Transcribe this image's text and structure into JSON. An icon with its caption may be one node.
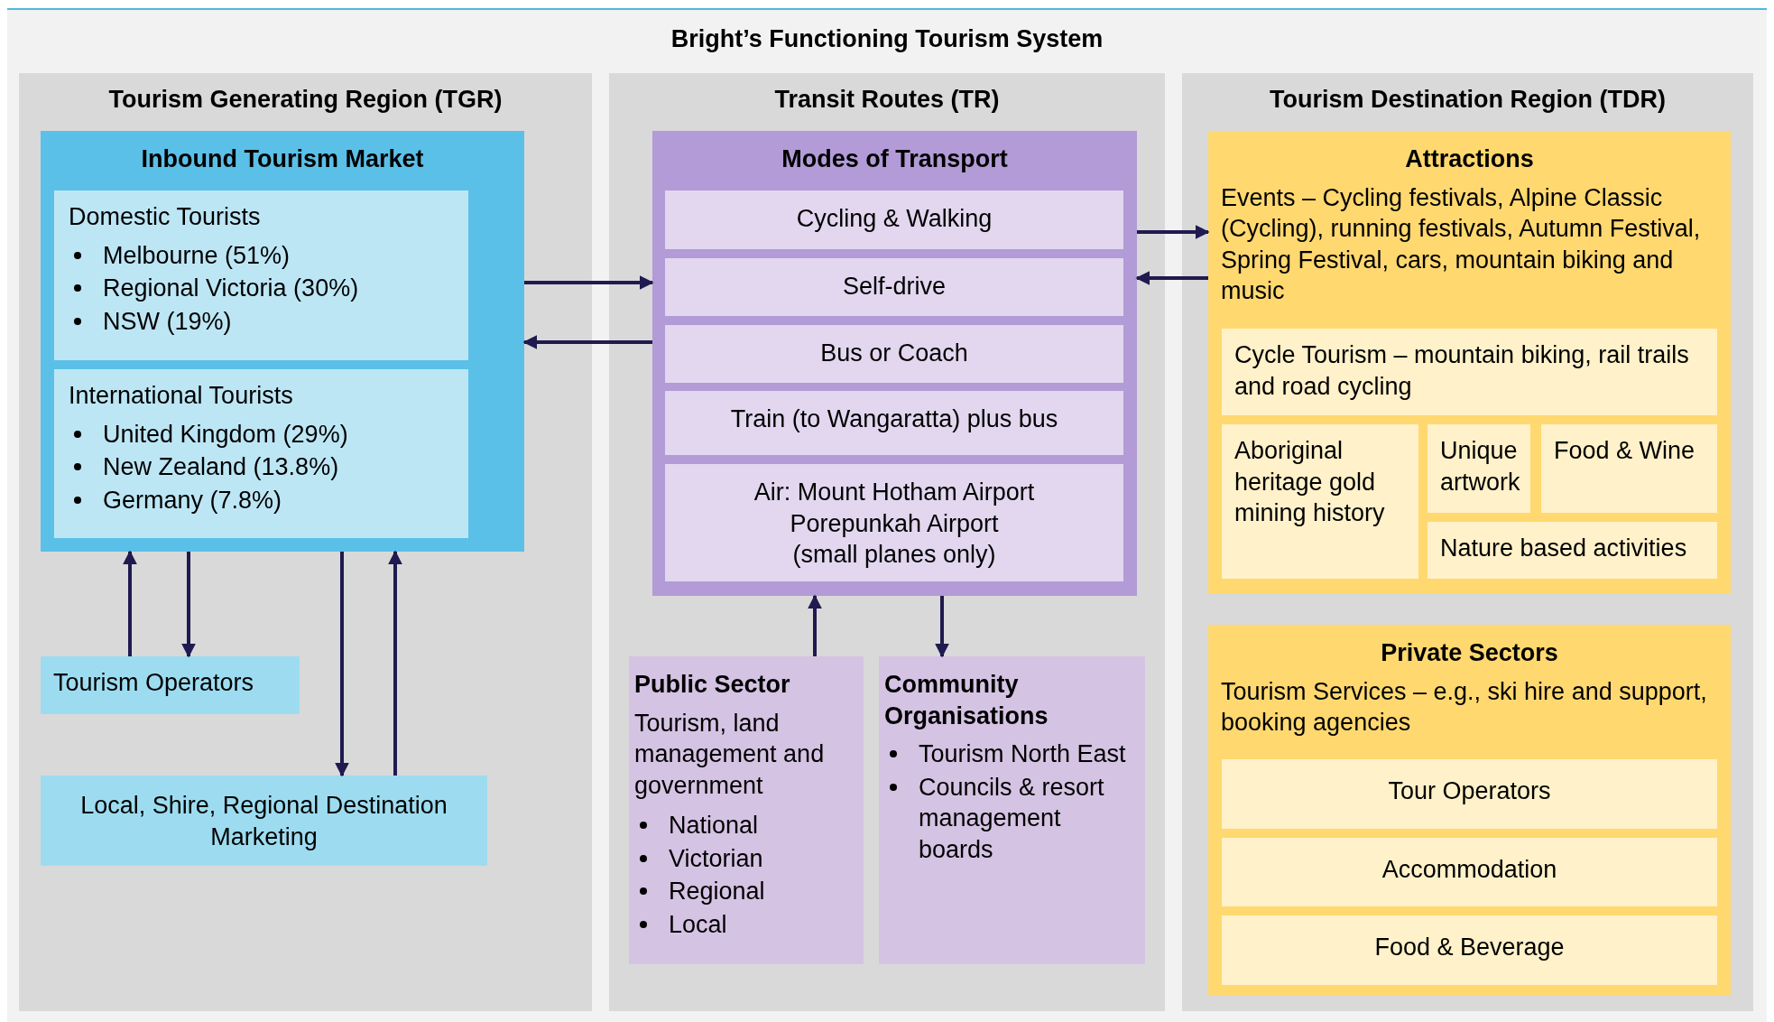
{
  "diagram": {
    "title": "Bright’s Functioning Tourism System",
    "nodes": [
      {
        "text": [
          "Tourism Generating Region (TGR)"
        ]
      },
      {
        "text": [
          "Inbound Tourism Market"
        ],
        "in": 0
      },
      {
        "text": [
          "Domestic Tourists",
          "Melbourne (51%)",
          "Regional Victoria (30%)",
          "NSW (19%)"
        ],
        "in": 1
      },
      {
        "text": [
          "International Tourists",
          "United Kingdom (29%)",
          "New Zealand (13.8%)",
          "Germany (7.8%)"
        ],
        "in": 1
      },
      {
        "text": [
          "Tourism Operators"
        ],
        "in": 0
      },
      {
        "text": [
          "Local, Shire, Regional Destination Marketing"
        ],
        "in": 0
      },
      {
        "text": [
          "Transit Routes (TR)"
        ]
      },
      {
        "text": [
          "Modes of Transport"
        ],
        "in": 6
      },
      {
        "text": [
          "Cycling & Walking"
        ],
        "in": 7
      },
      {
        "text": [
          "Self-drive"
        ],
        "in": 7
      },
      {
        "text": [
          "Bus or Coach"
        ],
        "in": 7
      },
      {
        "text": [
          "Train (to Wangaratta) plus bus"
        ],
        "in": 7
      },
      {
        "text": [
          "Air: Mount Hotham Airport",
          "Porepunkah Airport",
          "(small planes only)"
        ],
        "in": 7
      },
      {
        "text": [
          "Public Sector",
          "Tourism, land management and government",
          "National",
          "Victorian",
          "Regional",
          "Local"
        ],
        "in": 6
      },
      {
        "text": [
          "Community Organisations",
          "Tourism North East",
          "Councils & resort management boards"
        ],
        "in": 6
      },
      {
        "text": [
          "Tourism Destination Region (TDR)"
        ]
      },
      {
        "text": [
          "Attractions",
          "Events – Cycling festivals, Alpine Classic (Cycling), running festivals, Autumn Festival, Spring Festival, cars, mountain biking and music"
        ],
        "in": 15
      },
      {
        "text": [
          "Cycle Tourism – mountain biking, rail trails and road cycling"
        ],
        "in": 16
      },
      {
        "text": [
          "Aboriginal heritage gold mining history"
        ],
        "in": 16
      },
      {
        "text": [
          "Unique artwork"
        ],
        "in": 16
      },
      {
        "text": [
          "Food & Wine"
        ],
        "in": 16
      },
      {
        "text": [
          "Nature based activities"
        ],
        "in": 16
      },
      {
        "text": [
          "Private Sectors",
          "Tourism Services – e.g., ski hire and support, booking agencies"
        ],
        "in": 15
      },
      {
        "text": [
          "Tour Operators"
        ],
        "in": 22
      },
      {
        "text": [
          "Accommodation"
        ],
        "in": 22
      },
      {
        "text": [
          "Food & Beverage"
        ],
        "in": 22
      }
    ],
    "edges": [
      {
        "from": 1,
        "to": 7,
        "arrow": "to"
      },
      {
        "from": 7,
        "to": 1,
        "arrow": "to"
      },
      {
        "from": 7,
        "to": 16,
        "arrow": "to"
      },
      {
        "from": 16,
        "to": 7,
        "arrow": "to"
      },
      {
        "from": 4,
        "to": 1,
        "arrow": "to"
      },
      {
        "from": 1,
        "to": 4,
        "arrow": "to"
      },
      {
        "from": 1,
        "to": 5,
        "arrow": "to"
      },
      {
        "from": 5,
        "to": 1,
        "arrow": "to"
      },
      {
        "from": 13,
        "to": 7,
        "arrow": "to"
      },
      {
        "from": 7,
        "to": 14,
        "arrow": "to"
      }
    ]
  }
}
